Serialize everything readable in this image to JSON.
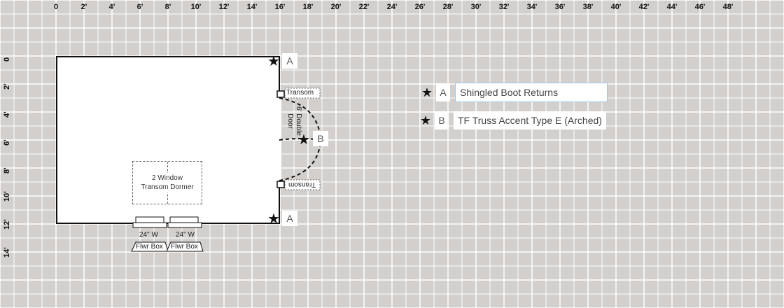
{
  "ruler": {
    "x_ticks": [
      "0",
      "2'",
      "4'",
      "6'",
      "8'",
      "10'",
      "12'",
      "14'",
      "16'",
      "18'",
      "20'",
      "22'",
      "24'",
      "26'",
      "28'",
      "30'",
      "32'",
      "34'",
      "36'",
      "38'",
      "40'",
      "42'",
      "44'",
      "46'",
      "48'"
    ],
    "y_ticks": [
      "0",
      "2'",
      "4'",
      "6'",
      "8'",
      "10'",
      "12'",
      "14'"
    ]
  },
  "markers": {
    "top_right": "A",
    "door": "B",
    "bottom_right": "A"
  },
  "door": {
    "label": "6' Double Door",
    "transom_top": "Transom",
    "transom_bottom": "Transom"
  },
  "dormer": {
    "label_line1": "2 Window",
    "label_line2": "Transom Dormer"
  },
  "flower_boxes": [
    {
      "width_label": "24\" W",
      "name": "Flwr Box"
    },
    {
      "width_label": "24\" W",
      "name": "Flwr Box"
    }
  ],
  "legend": [
    {
      "letter": "A",
      "value": "Shingled Boot Returns",
      "active": true
    },
    {
      "letter": "B",
      "value": "TF Truss Accent Type E (Arched)",
      "active": false
    }
  ],
  "colors": {
    "background": "#d3cfcd",
    "grid_line": "#ffffff",
    "outline": "#111111"
  }
}
